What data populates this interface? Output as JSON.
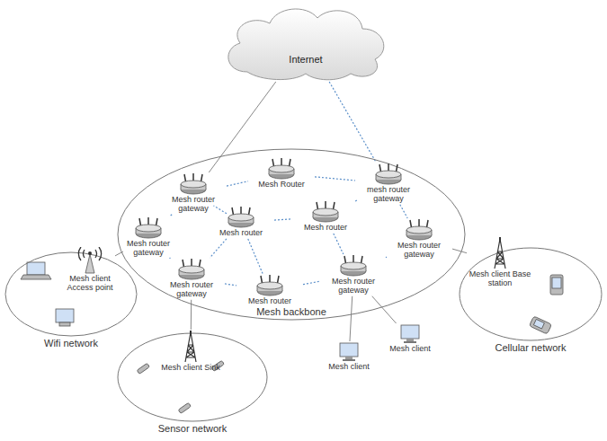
{
  "diagram": {
    "nodes": [
      {
        "text": [
          "Internet"
        ]
      },
      {
        "text": [
          "Mesh backbone"
        ]
      },
      {
        "text": [
          "Mesh router gateway"
        ],
        "in": 1
      },
      {
        "text": [
          "Mesh Router"
        ],
        "in": 1
      },
      {
        "text": [
          "mesh router gateway"
        ],
        "in": 1
      },
      {
        "text": [
          "Mesh router gateway"
        ],
        "in": 1
      },
      {
        "text": [
          "Mesh router"
        ],
        "in": 1
      },
      {
        "text": [
          "Mesh router"
        ],
        "in": 1
      },
      {
        "text": [
          "Mesh router gateway"
        ],
        "in": 1
      },
      {
        "text": [
          "Mesh router gateway"
        ],
        "in": 1
      },
      {
        "text": [
          "Mesh router"
        ],
        "in": 1
      },
      {
        "text": [
          "Mesh router gateway"
        ],
        "in": 1
      },
      {
        "text": [
          "Wifi network"
        ]
      },
      {
        "text": [
          "Mesh client Access point"
        ],
        "in": 12
      },
      {
        "text": [
          "Sensor network"
        ]
      },
      {
        "text": [
          "Mesh client Sink"
        ],
        "in": 14
      },
      {
        "text": [
          "Cellular network"
        ]
      },
      {
        "text": [
          "Mesh client Base station"
        ],
        "in": 16
      },
      {
        "text": [
          "Mesh client"
        ]
      },
      {
        "text": [
          "Mesh client"
        ]
      }
    ],
    "edges": [
      {
        "from": 0,
        "to": 2,
        "arrow": "none"
      },
      {
        "from": 0,
        "to": 4,
        "arrow": "none"
      },
      {
        "from": 2,
        "to": 3,
        "arrow": "none"
      },
      {
        "from": 3,
        "to": 4,
        "arrow": "none"
      },
      {
        "from": 2,
        "to": 6,
        "arrow": "none"
      },
      {
        "from": 2,
        "to": 5,
        "arrow": "none"
      },
      {
        "from": 5,
        "to": 9,
        "arrow": "none"
      },
      {
        "from": 6,
        "to": 7,
        "arrow": "none"
      },
      {
        "from": 6,
        "to": 9,
        "arrow": "none"
      },
      {
        "from": 6,
        "to": 10,
        "arrow": "none"
      },
      {
        "from": 7,
        "to": 4,
        "arrow": "none"
      },
      {
        "from": 7,
        "to": 11,
        "arrow": "none"
      },
      {
        "from": 4,
        "to": 8,
        "arrow": "none"
      },
      {
        "from": 8,
        "to": 11,
        "arrow": "none"
      },
      {
        "from": 9,
        "to": 10,
        "arrow": "none"
      },
      {
        "from": 10,
        "to": 11,
        "arrow": "none"
      },
      {
        "from": 5,
        "to": 13,
        "arrow": "none"
      },
      {
        "from": 9,
        "to": 15,
        "arrow": "none"
      },
      {
        "from": 8,
        "to": 17,
        "arrow": "none"
      },
      {
        "from": 11,
        "to": 18,
        "arrow": "none"
      },
      {
        "from": 11,
        "to": 19,
        "arrow": "none"
      }
    ]
  }
}
